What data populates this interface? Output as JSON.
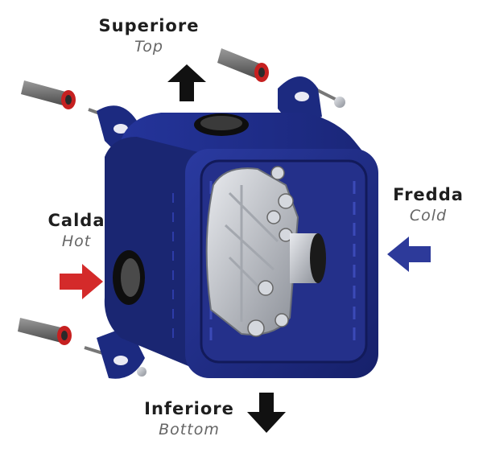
{
  "labels": {
    "top": {
      "it": "Superiore",
      "en": "Top"
    },
    "cold": {
      "it": "Fredda",
      "en": "Cold"
    },
    "hot": {
      "it": "Calda",
      "en": "Hot"
    },
    "bottom": {
      "it": "Inferiore",
      "en": "Bottom"
    }
  },
  "colors": {
    "box": "#1f2f86",
    "hot_arrow": "#d42a2a",
    "cold_arrow": "#2d3a9a",
    "flow_arrow": "#111111"
  }
}
